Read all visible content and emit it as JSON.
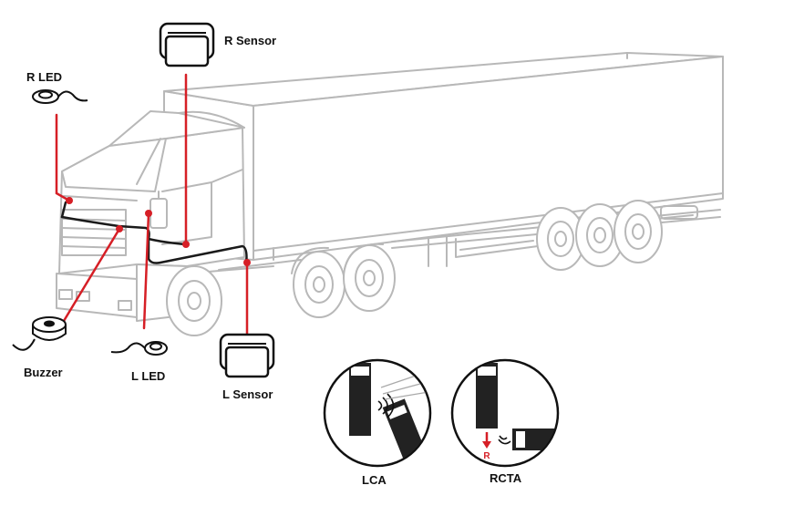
{
  "labels": {
    "r_sensor": "R Sensor",
    "r_led": "R LED",
    "buzzer": "Buzzer",
    "l_led": "L LED",
    "l_sensor": "L Sensor",
    "lca": "LCA",
    "rcta": "RCTA",
    "reverse_marker": "R"
  },
  "colors": {
    "wiring": "#d61f26",
    "harness": "#1a1a1a",
    "truck_outline": "#b8b8b8",
    "sensor_fill": "#ffffff"
  },
  "icons": {
    "sensor": "sensor-icon",
    "led": "led-icon",
    "buzzer": "buzzer-icon",
    "truck": "truck-icon"
  }
}
